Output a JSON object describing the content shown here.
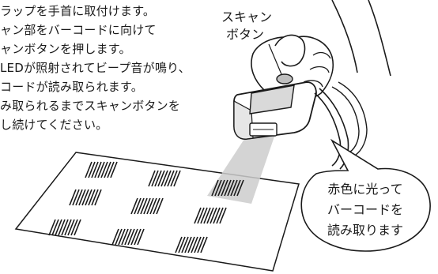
{
  "instructions": [
    "ラップを手首に取付けます。",
    "ャン部をバーコードに向けて",
    "ャンボタンを押します。",
    "LEDが照射されてビープ音が鳴り、",
    "コードが読み取られます。",
    "み取られるまでスキャンボタンを",
    "し続けてください。"
  ],
  "scan_button_label": [
    "スキャン",
    "ボタン"
  ],
  "callout": [
    "赤色に光って",
    "バーコードを",
    "読み取ります"
  ],
  "colors": {
    "ink": "#1a1a1a",
    "beam": "#c9c9c9",
    "paper": "#ffffff"
  }
}
